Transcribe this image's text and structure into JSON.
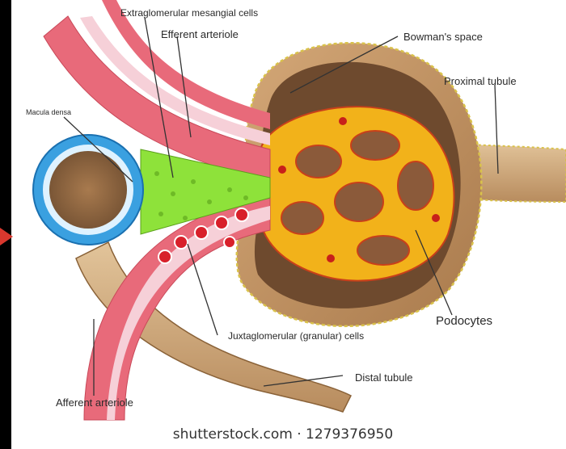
{
  "diagram": {
    "labels": {
      "extraglomerular": "Extraglomerular mesangial cells",
      "efferent": "Efferent arteriole",
      "bowman": "Bowman's space",
      "proximal": "Proximal tubule",
      "macula": "Macula densa",
      "podocytes": "Podocytes",
      "juxtaglomerular": "Juxtaglomerular (granular) cells",
      "distal": "Distal tubule",
      "afferent": "Afferent arteriole"
    },
    "colors": {
      "capsule": "#b8875a",
      "glomerulus": "#f2b21a",
      "vessel_wall": "#e86a7a",
      "vessel_lumen": "#f6d0d8",
      "macula_cells": "#3aa0e0",
      "mesangial": "#8ee23a",
      "tubule": "#caa276"
    }
  },
  "watermark": "shutterstock.com · 1279376950"
}
